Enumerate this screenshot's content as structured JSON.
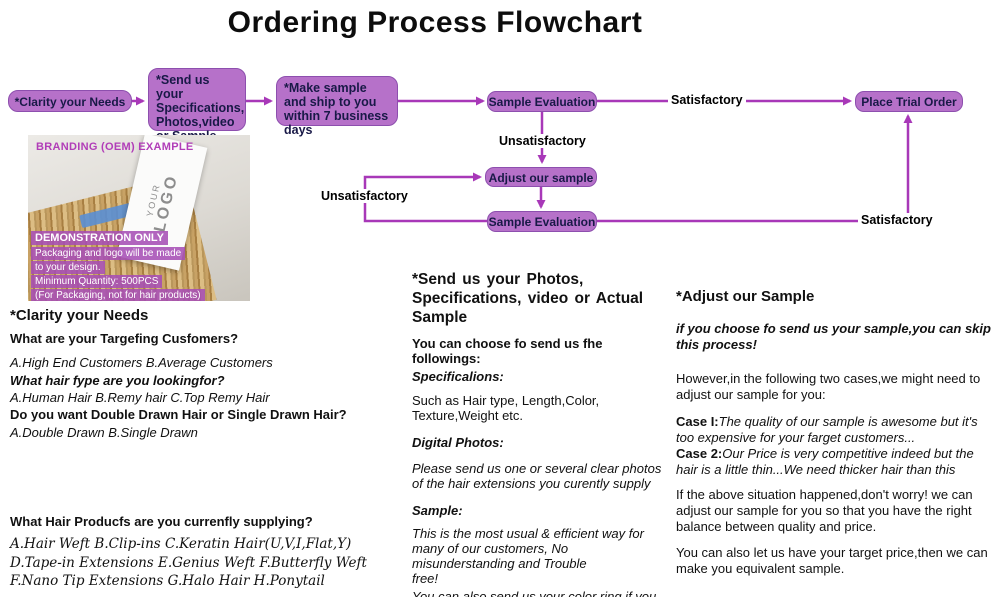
{
  "title": "Ordering Process Flowchart",
  "colors": {
    "node_fill": "#b671c9",
    "node_border": "#8d4fae",
    "arrow": "#a838b8",
    "branding_purple": "#a64fb5"
  },
  "flow": {
    "clarity": "*Clarity your Needs",
    "send": "*Send us your Specifications, Photos,video or Sample",
    "make": "*Make sample and ship to you within 7 business days",
    "eval1": "Sample Evaluation",
    "place": "Place Trial Order",
    "adjust": "Adjust our sample",
    "eval2": "Sample Evaluation",
    "satisfactory_top": "Satisfactory",
    "unsatisfactory_top": "Unsatisfactory",
    "unsatisfactory_loop": "Unsatisfactory",
    "satisfactory_bottom": "Satisfactory"
  },
  "branding": {
    "header": "BRANDING (OEM) EXAMPLE",
    "logo_line1": "YOUR",
    "logo_line2": "LOGO",
    "demo": "DEMONSTRATION ONLY",
    "note1": "Packaging and logo will be made",
    "note2": "to your design.",
    "note3": "Minimum Quantity: 500PCS",
    "note4": "(For Packaging, not for hair products)"
  },
  "left": {
    "heading": "*Clarity your Needs",
    "q1": "What are your Targefing Cusfomers?",
    "a1": "A.High End Customers    B.Average Customers",
    "q2": "What hair fype are you lookingfor?",
    "a2": "A.Human Hair   B.Remy hair   C.Top Remy Hair",
    "q3": "Do you want Double Drawn Hair or Single Drawn Hair?",
    "a3": "A.Double Drawn    B.Single Drawn",
    "q4": "What Hair Producfs are you currenfly supplying?",
    "list1": "A.Hair Weft  B.Clip-ins  C.Keratin Hair(U,V,I,Flat,Y)",
    "list2": "D.Tape-in Extensions E.Genius Weft   F.Butterfly Weft",
    "list3": "F.Nano Tip Extensions G.Halo Hair  H.Ponytail"
  },
  "middle": {
    "heading": "*Send us your Photos, Specifications, video or Actual Sample",
    "intro": "You can choose fo send us fhe followings:",
    "spec_label": "Specificalions:",
    "spec_text": "Such as Hair type, Length,Color, Texture,Weight etc.",
    "photos_label": "Digital Photos:",
    "photos_text": "Please send us one or several clear photos of the hair extensions you curently supply",
    "sample_label": "Sample:",
    "sample_text": "This is the most usual & efficient way for many of our customers, No misunderstanding and Trouble\nfree!",
    "color_ring": "You can also send us your color ring if you have one."
  },
  "right": {
    "heading": "*Adjust our Sample",
    "skip": "if you choose fo send us your sample,you can skip this process!",
    "however": "However,in the following two cases,we might need to adjust our sample for you:",
    "case1_label": "Case I:",
    "case1_text": "The quality of our sample is awesome but it's too expensive for your farget customers...",
    "case2_label": "Case 2:",
    "case2_text": "Our Price is very competitive indeed but the hair is a little thin...We need thicker hair than this",
    "situation": "If the above situation happened,don't worry! we can adjust our sample for you so that you have the right balance between quality and price.",
    "target_price": "You can also let us have your target price,then we can make you equivalent sample."
  }
}
